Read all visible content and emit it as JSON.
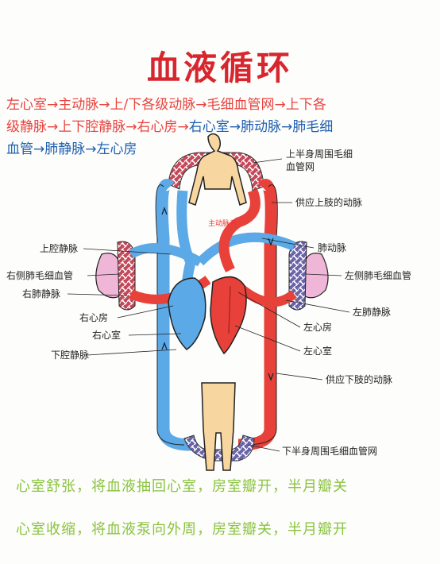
{
  "title": "血液循环",
  "path": {
    "line1_red": "左心室→主动脉→上/下各级动脉→毛细血管网→上下各",
    "line2_red": "级静脉→上下腔静脉→右心房→",
    "line2_blue": "右心室→肺动脉→肺毛细",
    "line3_blue": "血管→肺静脉→左心房"
  },
  "labels": {
    "upper_capillary": [
      "上半身周围毛细",
      "血管网"
    ],
    "upper_artery": "供应上肢的动脉",
    "aorta": "主动脉弓",
    "superior_vena_cava": "上腔静脉",
    "pulmonary_artery": "肺动脉",
    "right_lung_capillary": "右侧肺毛细血管",
    "left_lung_capillary": "左侧肺毛细血管",
    "right_pulmonary_vein": "右肺静脉",
    "left_pulmonary_vein": "左肺静脉",
    "right_atrium": "右心房",
    "right_ventricle": "右心室",
    "left_atrium": "左心房",
    "left_ventricle": "左心室",
    "inferior_vena_cava": "下腔静脉",
    "lower_artery": "供应下肢的动脉",
    "lower_capillary": "下半身周围毛细血管网"
  },
  "footer": {
    "diastole": "心室舒张，将血液抽回心室，房室瓣开，半月瓣关",
    "systole": "心室收缩，将血液泵向外周，房室瓣关，半月瓣开"
  },
  "colors": {
    "artery": "#e8413a",
    "vein": "#5ba9e6",
    "title": "#d7262e",
    "footer": "#8ac33f",
    "skin": "#f8d6a0",
    "lung": "#f0b6d8"
  }
}
